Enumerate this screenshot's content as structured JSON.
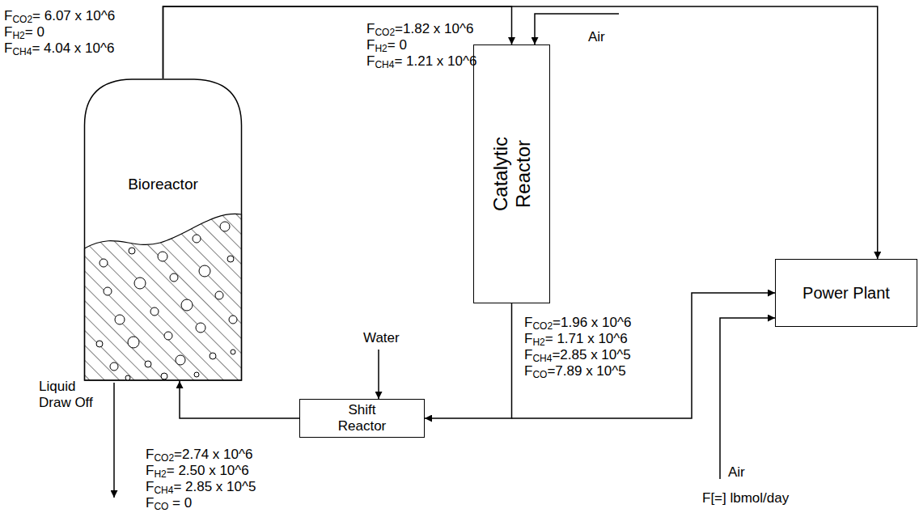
{
  "diagram": {
    "nodes": [
      {
        "text": [
          "Bioreactor"
        ]
      },
      {
        "text": [
          "Catalytic Reactor"
        ]
      },
      {
        "text": [
          "Shift Reactor"
        ]
      },
      {
        "text": [
          "Power Plant"
        ]
      }
    ],
    "edges": [
      {
        "from": 0,
        "to": 1,
        "arrow": "to"
      },
      {
        "from": 0,
        "to": 3,
        "arrow": "to"
      },
      {
        "from": 1,
        "to": 2,
        "arrow": "to"
      },
      {
        "from": 1,
        "to": 3,
        "arrow": "to"
      },
      {
        "from": 2,
        "to": 0,
        "arrow": "to"
      }
    ],
    "labels": [
      "FCO2= 6.07 x 10^6",
      "FH2= 0",
      "FCH4= 4.04 x 10^6",
      "FCO2=1.82 x 10^6",
      "FH2= 0",
      "FCH4= 1.21 x 10^6",
      "Air",
      "FCO2=1.96 x 10^6",
      "FH2= 1.71 x 10^6",
      "FCH4=2.85 x 10^5",
      "FCO=7.89 x 10^5",
      "Water",
      "FCO2=2.74 x 10^6",
      "FH2= 2.50 x 10^6",
      "FCH4= 2.85 x 10^5",
      "FCO = 0",
      "Liquid Draw Off",
      "Air",
      "F[=] lbmol/day"
    ]
  }
}
